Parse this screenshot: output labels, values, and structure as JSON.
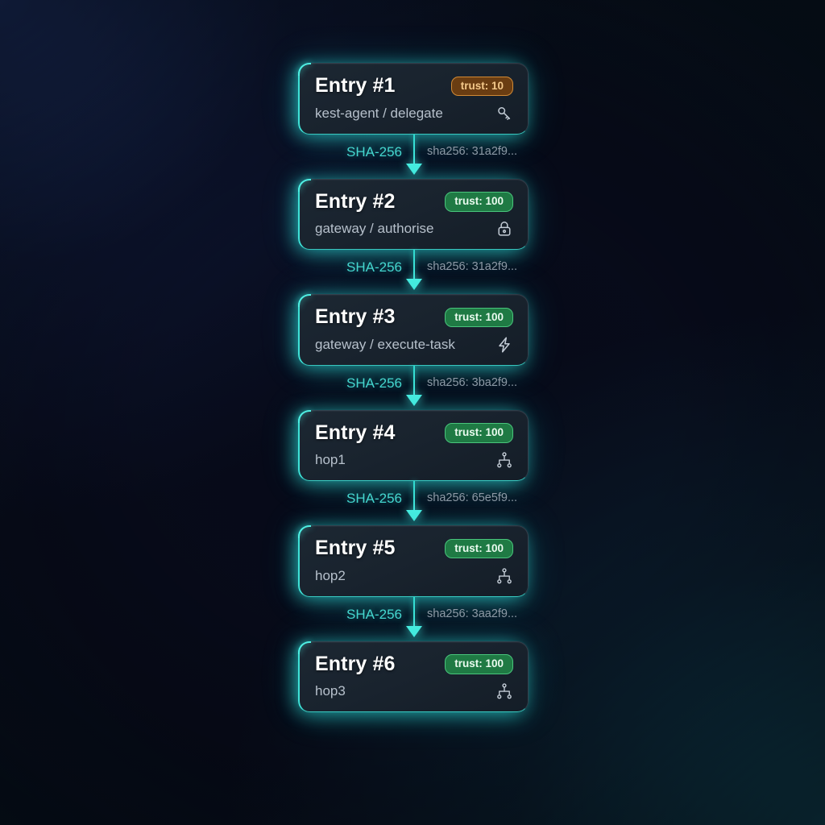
{
  "diagram": {
    "title": "hash-chain-entries",
    "accent_color": "#3fe3d8",
    "badge_low_color": "#d18a35",
    "badge_high_color": "#49c57c",
    "background_top_left": "#16234a",
    "background_bottom_right": "#0c2230"
  },
  "nodes": [
    {
      "title": "Entry #1",
      "subtitle": "kest-agent / delegate",
      "badge": "trust: 10",
      "badge_level": "low",
      "icon": "key-icon"
    },
    {
      "title": "Entry #2",
      "subtitle": "gateway / authorise",
      "badge": "trust: 100",
      "badge_level": "high",
      "icon": "lock-icon"
    },
    {
      "title": "Entry #3",
      "subtitle": "gateway / execute-task",
      "badge": "trust: 100",
      "badge_level": "high",
      "icon": "lightning-bolt-icon"
    },
    {
      "title": "Entry #4",
      "subtitle": "hop1",
      "badge": "trust: 100",
      "badge_level": "high",
      "icon": "network-nodes-icon"
    },
    {
      "title": "Entry #5",
      "subtitle": "hop2",
      "badge": "trust: 100",
      "badge_level": "high",
      "icon": "network-nodes-icon"
    },
    {
      "title": "Entry #6",
      "subtitle": "hop3",
      "badge": "trust: 100",
      "badge_level": "high",
      "icon": "network-nodes-icon"
    }
  ],
  "links": [
    {
      "algorithm": "SHA-256",
      "hash": "sha256: 31a2f9..."
    },
    {
      "algorithm": "SHA-256",
      "hash": "sha256: 31a2f9..."
    },
    {
      "algorithm": "SHA-256",
      "hash": "sha256: 3ba2f9..."
    },
    {
      "algorithm": "SHA-256",
      "hash": "sha256: 65e5f9..."
    },
    {
      "algorithm": "SHA-256",
      "hash": "sha256: 3aa2f9..."
    }
  ]
}
